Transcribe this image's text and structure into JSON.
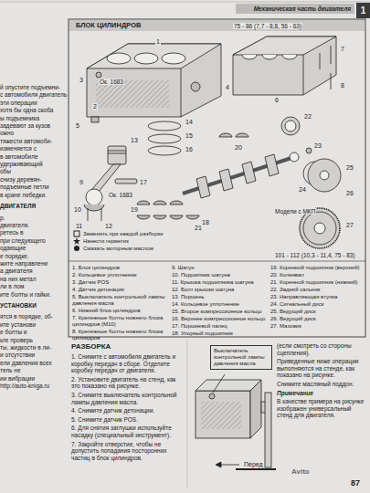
{
  "diagram": {
    "title": "БЛОК ЦИЛИНДРОВ",
    "nodes": [
      {
        "text": [
          "Механическая часть двигателя"
        ]
      },
      {
        "text": [
          "1"
        ]
      },
      {
        "text": [
          "Выключатель контрольной лампы давления масла"
        ]
      }
    ],
    "labels": [
      "1",
      "2",
      "3",
      "4",
      "5",
      "6",
      "7",
      "8",
      "9",
      "10",
      "11",
      "12",
      "13",
      "14",
      "15",
      "16",
      "17",
      "18",
      "19",
      "20",
      "21",
      "22",
      "23",
      "24",
      "25",
      "26",
      "27",
      "Ок. 1683",
      "Ок. 1683",
      "75 - 86 (7,7 - 8,8, 56 - 63)",
      "Модели с МКП",
      "101 - 112 (10,3 - 11,4, 75 - 83)",
      "1. Блок цилиндров",
      "2. Кольцевое уплотнение",
      "3. Датчик POS",
      "4. Датчик детонации",
      "5. Выключатель контрольной лампы давления масла",
      "6. Нижний блок цилиндров",
      "7. Крепежные болты нижнего блока цилиндров (М10)",
      "8. Крепежные болты нижнего блока цилиндров",
      "9. Шатун",
      "10. Подшипник шатуна",
      "11. Крышка подшипника шатуна",
      "12. Болт крышки шатуна",
      "13. Поршень",
      "14. Кольцевое уплотнение",
      "15. Второе компрессионное кольцо",
      "16. Верхнее компрессионное кольцо",
      "17. Поршневой палец",
      "18. Упорный подшипник",
      "19. Коренной подшипник (верхний)",
      "20. Коленвал",
      "21. Коренной подшипник (нижний)",
      "22. Задний сальник",
      "23. Направляющая втулка",
      "24. Сигнальный диск",
      "25. Ведущий диск",
      "26. Ведущий диск",
      "27. Маховик",
      "РАЗБОРКА",
      "1. Снимите с автомобиля двигатель и коробку передач в сборе. Отделите коробку передач от двигателя.",
      "2. Установите двигатель на стенд, как это показано на рисунке.",
      "3. Снимите выключатель контрольной лампы давления масла.",
      "4. Снимите датчик детонации.",
      "5. Снимите датчик POS.",
      "6. Для снятия заглушки используйте насадку (специальный инструмент).",
      "7. Закройте отверстие, чтобы не допустить попадания посторонних частиц в блок цилиндров.",
      "Перед",
      "(если смотреть со стороны сцепления).",
      "Приведенные ниже операции выполняются на стенде, как показано на рисунке.",
      "Снимите масляный поддон.",
      "Примечание",
      "В качестве примера на рисунке изображен универсальный стенд для двигателя.",
      "87",
      "Avito",
      "й опустите подъемни-",
      "с автомобиля двигатель",
      "эти операции",
      "хотя бы одна скоба",
      "ы подъемника",
      "задевают за кузов",
      "ожно",
      "тяжести автомоби-",
      "изменяется с",
      "в автомобиле",
      "удерживающий",
      "обы",
      "снизу деревян-",
      "подъемные петли",
      "в кране лебедки.",
      "ДВИГАТЕЛЯ",
      "р.",
      "двигателя.",
      "ретесь в",
      "при следующего",
      "одающие",
      "е порядке.",
      "жите направлени",
      "а двигателя",
      "на них метал",
      "ли в лом",
      "ите болты и гайки.",
      "УСТАНОВКИ",
      "ятся в порядке, об-",
      "ите установи",
      "е болты и",
      "ьте проверь",
      "ты, жидкости в ли-",
      "и отсутствии",
      "ели давления всех",
      "тель не",
      "ии вибрации",
      "http://auto-kniga.ru"
    ],
    "legend": [
      {
        "text": "Заменять при каждой разборке"
      },
      {
        "text": "Нанести герметик"
      },
      {
        "text": "Смазать моторным маслом"
      }
    ]
  }
}
